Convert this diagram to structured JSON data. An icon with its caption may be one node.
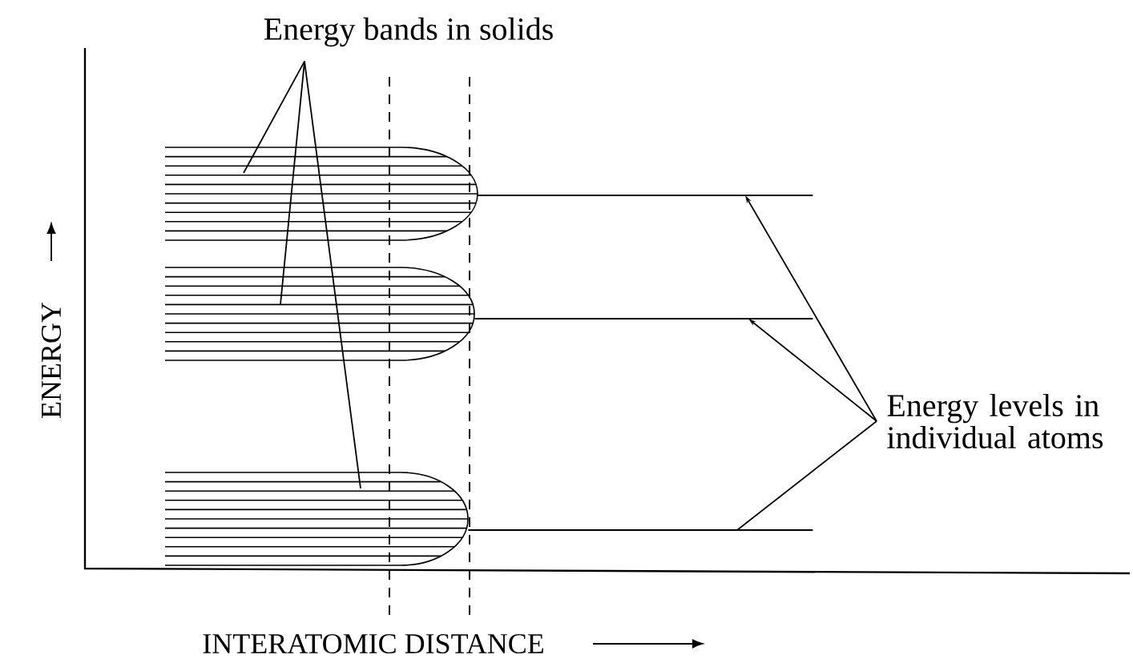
{
  "diagram": {
    "nodes": [
      {
        "text": [
          "Energy bands in solids"
        ]
      },
      {
        "text": [],
        "shape": "band"
      },
      {
        "text": [],
        "shape": "band"
      },
      {
        "text": [],
        "shape": "band"
      },
      {
        "text": [
          "Energy levels in individual atoms"
        ]
      },
      {
        "text": [],
        "shape": "bar"
      },
      {
        "text": [],
        "shape": "bar"
      },
      {
        "text": [],
        "shape": "bar"
      }
    ],
    "edges": [
      {
        "from": 0,
        "to": 1,
        "arrow": "none"
      },
      {
        "from": 0,
        "to": 2,
        "arrow": "none"
      },
      {
        "from": 0,
        "to": 3,
        "arrow": "none"
      },
      {
        "from": 4,
        "to": 5,
        "arrow": "to"
      },
      {
        "from": 4,
        "to": 6,
        "arrow": "to"
      },
      {
        "from": 4,
        "to": 7,
        "arrow": "none"
      }
    ],
    "labels": [
      "ENERGY",
      "INTERATOMIC DISTANCE"
    ]
  }
}
